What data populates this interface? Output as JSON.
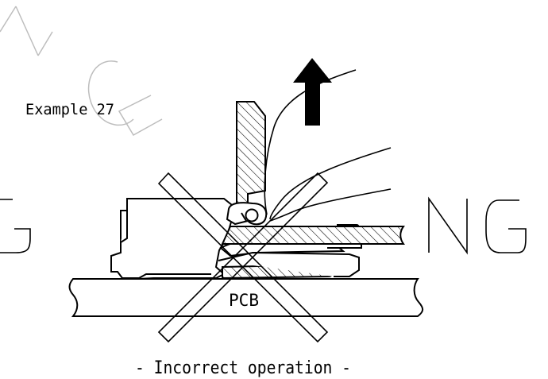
{
  "example_label": "Example 27",
  "pcb_label": "PCB",
  "caption": "- Incorrect operation -",
  "ng_left": "G",
  "ng_right": "NG",
  "watermark": "NCE",
  "colors": {
    "ink": "#000000",
    "watermark": "#bdbdbd",
    "background": "#ffffff"
  },
  "icons": [
    "up-arrow-icon",
    "ng-cross-icon"
  ]
}
